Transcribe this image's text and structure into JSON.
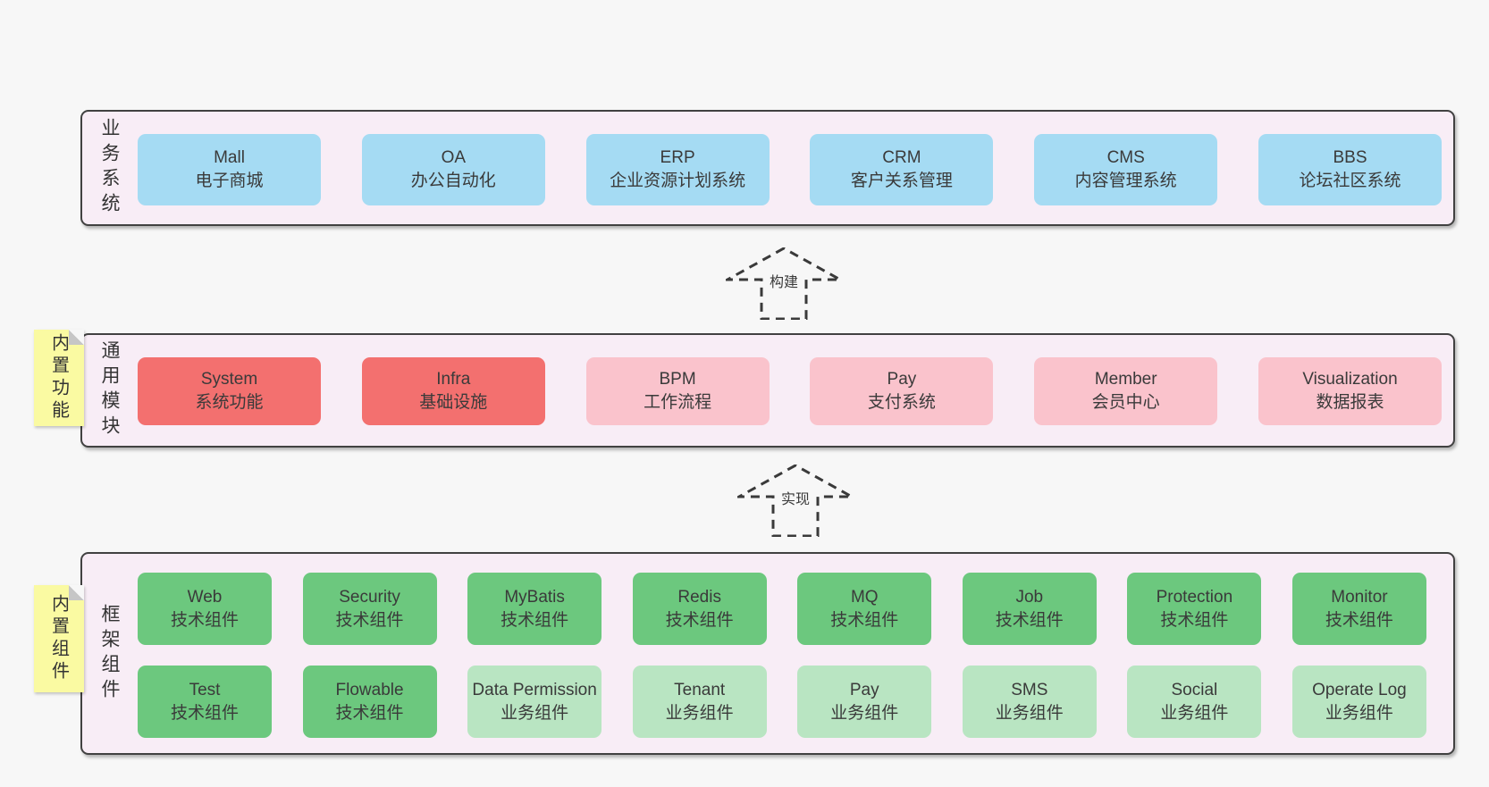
{
  "diagram": {
    "sections": {
      "business": {
        "label": "业务系统",
        "boxes": [
          {
            "title": "Mall",
            "subtitle": "电子商城"
          },
          {
            "title": "OA",
            "subtitle": "办公自动化"
          },
          {
            "title": "ERP",
            "subtitle": "企业资源计划系统"
          },
          {
            "title": "CRM",
            "subtitle": "客户关系管理"
          },
          {
            "title": "CMS",
            "subtitle": "内容管理系统"
          },
          {
            "title": "BBS",
            "subtitle": "论坛社区系统"
          }
        ]
      },
      "modules": {
        "label": "通用模块",
        "note": "内置功能",
        "boxes": [
          {
            "title": "System",
            "subtitle": "系统功能"
          },
          {
            "title": "Infra",
            "subtitle": "基础设施"
          },
          {
            "title": "BPM",
            "subtitle": "工作流程"
          },
          {
            "title": "Pay",
            "subtitle": "支付系统"
          },
          {
            "title": "Member",
            "subtitle": "会员中心"
          },
          {
            "title": "Visualization",
            "subtitle": "数据报表"
          }
        ]
      },
      "components": {
        "label": "框架组件",
        "note": "内置组件",
        "row1": [
          {
            "title": "Web",
            "subtitle": "技术组件"
          },
          {
            "title": "Security",
            "subtitle": "技术组件"
          },
          {
            "title": "MyBatis",
            "subtitle": "技术组件"
          },
          {
            "title": "Redis",
            "subtitle": "技术组件"
          },
          {
            "title": "MQ",
            "subtitle": "技术组件"
          },
          {
            "title": "Job",
            "subtitle": "技术组件"
          },
          {
            "title": "Protection",
            "subtitle": "技术组件"
          },
          {
            "title": "Monitor",
            "subtitle": "技术组件"
          }
        ],
        "row2": [
          {
            "title": "Test",
            "subtitle": "技术组件"
          },
          {
            "title": "Flowable",
            "subtitle": "技术组件"
          },
          {
            "title": "Data Permission",
            "subtitle": "业务组件"
          },
          {
            "title": "Tenant",
            "subtitle": "业务组件"
          },
          {
            "title": "Pay",
            "subtitle": "业务组件"
          },
          {
            "title": "SMS",
            "subtitle": "业务组件"
          },
          {
            "title": "Social",
            "subtitle": "业务组件"
          },
          {
            "title": "Operate Log",
            "subtitle": "业务组件"
          }
        ]
      }
    },
    "arrows": {
      "build": "构建",
      "implement": "实现"
    },
    "colors": {
      "page_bg": "#f7f7f7",
      "container_bg": "#f8edf6",
      "container_border": "#414141",
      "blue": "#a5dbf3",
      "red": "#f3706f",
      "pink": "#fac3cc",
      "green": "#6cc87e",
      "green_light": "#b9e5c2",
      "note_yellow": "#fafaa2",
      "note_fold": "#c6c6c6",
      "text": "#3a3a3a"
    }
  }
}
